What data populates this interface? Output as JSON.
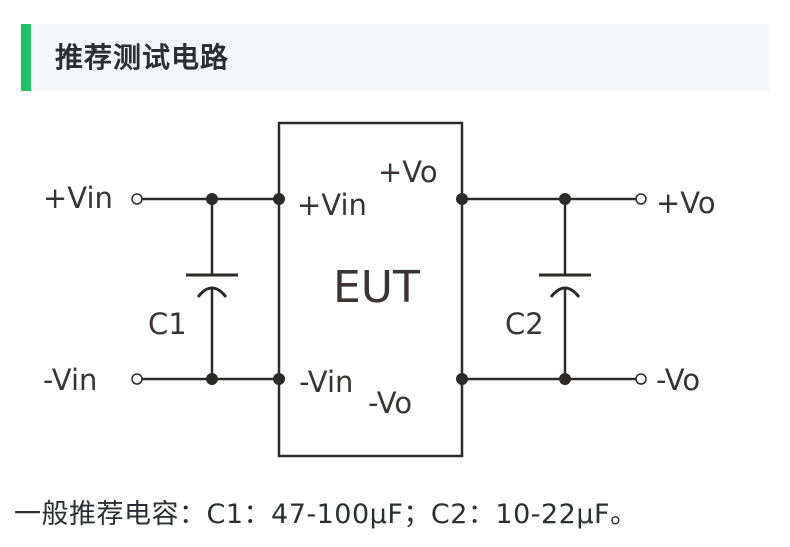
{
  "header": {
    "title": "推荐测试电路",
    "accent_color": "#1fc36a"
  },
  "diagram": {
    "input_labels": {
      "pos": "+Vin",
      "neg": "-Vin"
    },
    "output_labels": {
      "pos": "+Vo",
      "neg": "-Vo"
    },
    "eut": {
      "name": "EUT",
      "pin_pos_in": "+Vin",
      "pin_neg_in": "-Vin",
      "pin_pos_out": "+Vo",
      "pin_neg_out": "-Vo"
    },
    "capacitors": [
      {
        "label": "C1"
      },
      {
        "label": "C2"
      }
    ]
  },
  "note": "一般推荐电容：C1：47-100μF；C2：10-22μF。"
}
